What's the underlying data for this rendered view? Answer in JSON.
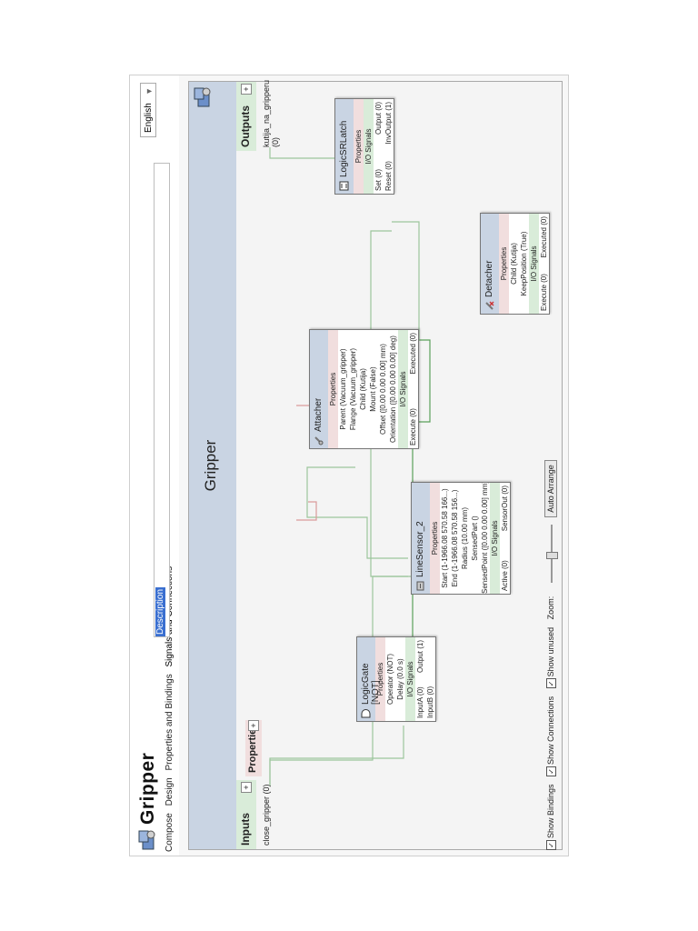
{
  "app": {
    "title": "Gripper",
    "tabs": [
      "Compose",
      "Design",
      "Properties and Bindings",
      "Signals and Connections"
    ],
    "description_label": "Description",
    "language": "English"
  },
  "graph": {
    "title": "Gripper",
    "inputs_header": "Inputs",
    "outputs_header": "Outputs",
    "properties_header": "Properties",
    "inputs": [
      "close_gripper (0)"
    ],
    "outputs": [
      "kutija_na_gripperu (0)"
    ]
  },
  "components": {
    "logicgate": {
      "name": "LogicGate [NOT]",
      "section_properties": "Properties",
      "properties": [
        "Operator (NOT)",
        "Delay (0.0 s)"
      ],
      "section_io": "I/O Signals",
      "io": [
        [
          "InputA (0)",
          "Output (1)"
        ],
        [
          "InputB (0)",
          ""
        ]
      ]
    },
    "linesensor": {
      "name": "LineSensor_2",
      "section_properties": "Properties",
      "properties": [
        "Start (1-1966.08 570.58 166...)",
        "End (1-1966.08 570.58 156...)",
        "Radius (10.00 mm)",
        "SensedPart ()",
        "SensedPoint ([0.00 0.00 0.00] mm)"
      ],
      "section_io": "I/O Signals",
      "io": [
        [
          "Active (0)",
          "SensorOut (0)"
        ]
      ]
    },
    "attacher": {
      "name": "Attacher",
      "section_properties": "Properties",
      "properties": [
        "Parent (Vacuum_gripper)",
        "Flange (Vacuum_gripper)",
        "Child (Kutija)",
        "Mount (False)",
        "Offset ([0.00 0.00 0.00] mm)",
        "Orientation ([0.00 0.00 0.00] deg)"
      ],
      "section_io": "I/O Signals",
      "io": [
        [
          "Execute (0)",
          "Executed (0)"
        ]
      ]
    },
    "detacher": {
      "name": "Detacher",
      "section_properties": "Properties",
      "properties": [
        "Child (Kutija)",
        "KeepPosition (True)"
      ],
      "section_io": "I/O Signals",
      "io": [
        [
          "Execute (0)",
          "Executed (0)"
        ]
      ]
    },
    "latch": {
      "name": "LogicSRLatch",
      "section_properties": "Properties",
      "section_io": "I/O Signals",
      "io": [
        [
          "Set (0)",
          "Output (0)"
        ],
        [
          "Reset (0)",
          "InvOutput (1)"
        ]
      ]
    }
  },
  "bottom": {
    "show_bindings": "Show Bindings",
    "show_connections": "Show Connections",
    "show_unused": "Show unused",
    "zoom_label": "Zoom:",
    "auto_arrange": "Auto Arrange",
    "check": "✓"
  },
  "colors": {
    "titlebar": "#c9d4e3",
    "io_section": "#d9ecd9",
    "prop_section": "#f1dede",
    "wire_green": "#9cc59c",
    "wire_red": "#d99a9a",
    "wire_dark_green": "#5aa05a"
  }
}
